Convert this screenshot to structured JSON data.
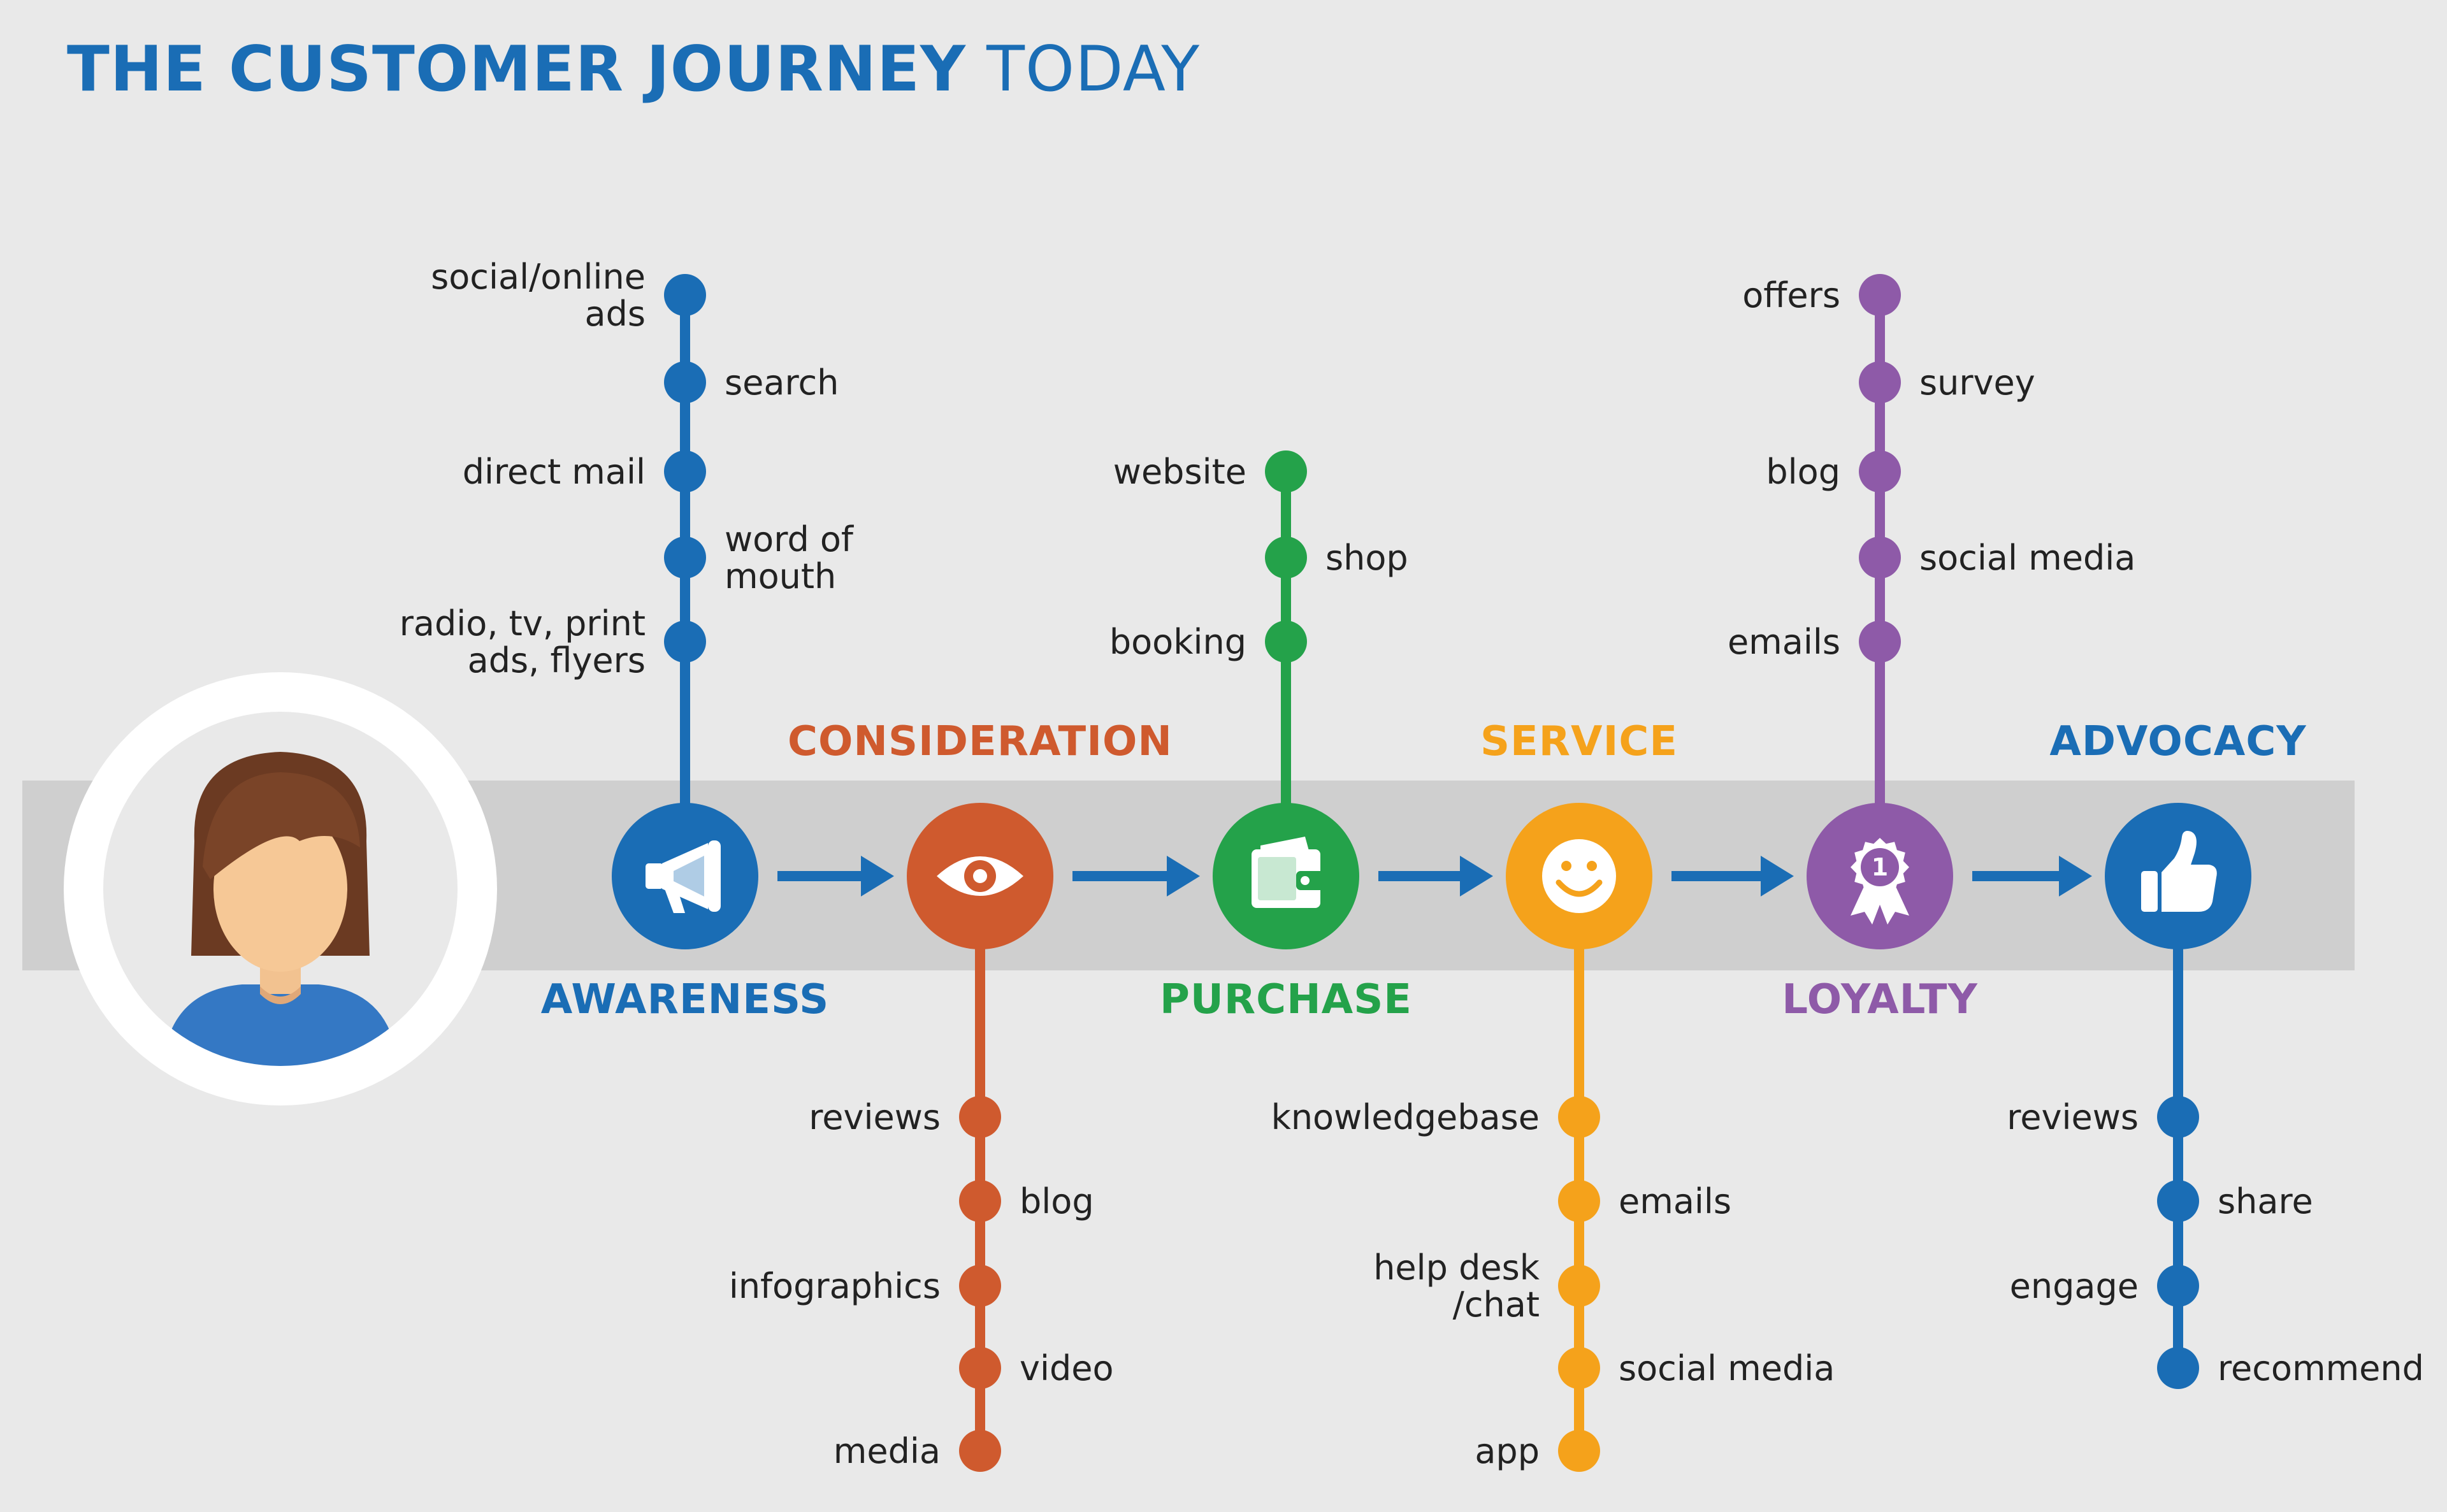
{
  "title": {
    "bold": "THE CUSTOMER JOURNEY",
    "light": "TODAY"
  },
  "stages": [
    {
      "id": "awareness",
      "label": "AWARENESS",
      "color": "#1a6db5",
      "icon": "megaphone-icon",
      "labelSide": "bottom",
      "branch": "up",
      "items": [
        {
          "lines": [
            "social/online",
            "ads"
          ],
          "side": "left"
        },
        {
          "lines": [
            "search"
          ],
          "side": "right"
        },
        {
          "lines": [
            "direct mail"
          ],
          "side": "left"
        },
        {
          "lines": [
            "word of",
            "mouth"
          ],
          "side": "right"
        },
        {
          "lines": [
            "radio, tv, print",
            "ads, flyers"
          ],
          "side": "left"
        }
      ]
    },
    {
      "id": "consideration",
      "label": "CONSIDERATION",
      "color": "#cf5a2e",
      "icon": "eye-icon",
      "labelSide": "top",
      "branch": "down",
      "items": [
        {
          "lines": [
            "reviews"
          ],
          "side": "left"
        },
        {
          "lines": [
            "blog"
          ],
          "side": "right"
        },
        {
          "lines": [
            "infographics"
          ],
          "side": "left"
        },
        {
          "lines": [
            "video"
          ],
          "side": "right"
        },
        {
          "lines": [
            "media"
          ],
          "side": "left"
        }
      ]
    },
    {
      "id": "purchase",
      "label": "PURCHASE",
      "color": "#24a24a",
      "icon": "wallet-icon",
      "labelSide": "bottom",
      "branch": "up",
      "items": [
        {
          "lines": [
            "website"
          ],
          "side": "left"
        },
        {
          "lines": [
            "shop"
          ],
          "side": "right"
        },
        {
          "lines": [
            "booking"
          ],
          "side": "left"
        }
      ]
    },
    {
      "id": "service",
      "label": "SERVICE",
      "color": "#f5a21b",
      "icon": "smiley-icon",
      "labelSide": "top",
      "branch": "down",
      "items": [
        {
          "lines": [
            "knowledgebase"
          ],
          "side": "left"
        },
        {
          "lines": [
            "emails"
          ],
          "side": "right"
        },
        {
          "lines": [
            "help desk",
            "/chat"
          ],
          "side": "left"
        },
        {
          "lines": [
            "social media"
          ],
          "side": "right"
        },
        {
          "lines": [
            "app"
          ],
          "side": "left"
        }
      ]
    },
    {
      "id": "loyalty",
      "label": "LOYALTY",
      "color": "#8e5aa8",
      "icon": "ribbon-icon",
      "badge": "1",
      "labelSide": "bottom",
      "branch": "up",
      "items": [
        {
          "lines": [
            "offers"
          ],
          "side": "left"
        },
        {
          "lines": [
            "survey"
          ],
          "side": "right"
        },
        {
          "lines": [
            "blog"
          ],
          "side": "left"
        },
        {
          "lines": [
            "social media"
          ],
          "side": "right"
        },
        {
          "lines": [
            "emails"
          ],
          "side": "left"
        }
      ]
    },
    {
      "id": "advocacy",
      "label": "ADVOCACY",
      "color": "#1a6db5",
      "icon": "thumbs-up-icon",
      "labelSide": "top",
      "branch": "down",
      "items": [
        {
          "lines": [
            "reviews"
          ],
          "side": "left"
        },
        {
          "lines": [
            "share"
          ],
          "side": "right"
        },
        {
          "lines": [
            "engage"
          ],
          "side": "left"
        },
        {
          "lines": [
            "recommend"
          ],
          "side": "right"
        }
      ]
    }
  ],
  "arrowColor": "#1a6db5",
  "avatar": {
    "icon": "customer-avatar-icon"
  }
}
